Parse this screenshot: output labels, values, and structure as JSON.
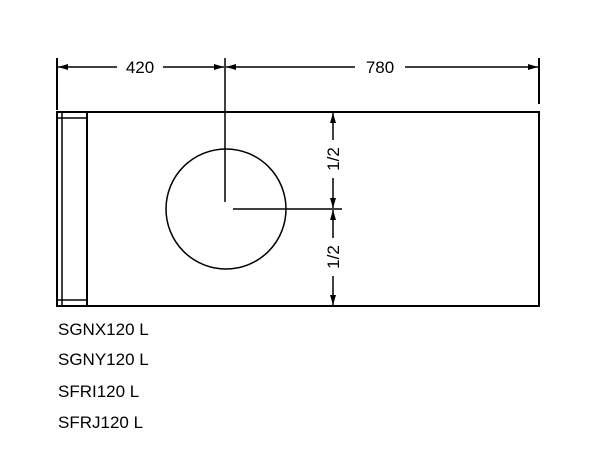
{
  "dimensions": {
    "left_width": "420",
    "right_width": "780",
    "upper_half": "1/2",
    "lower_half": "1/2"
  },
  "model_codes": [
    "SGNX120 L",
    "SGNY120 L",
    "SFRI120 L",
    "SFRJ120 L"
  ],
  "colors": {
    "line": "#000000",
    "background": "#ffffff"
  }
}
